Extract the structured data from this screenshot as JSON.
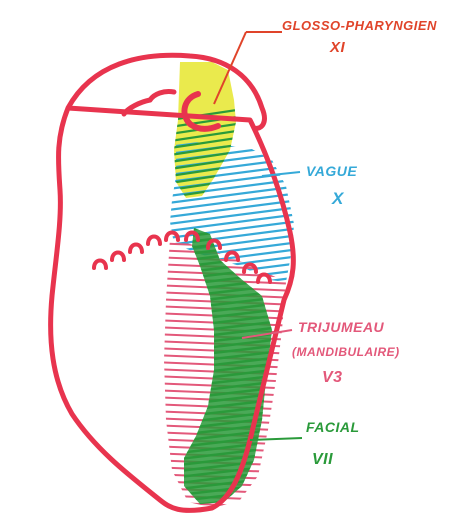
{
  "labels": {
    "glosso": {
      "name": "GLOSSO-PHARYNGIEN",
      "numeral": "XI"
    },
    "vague": {
      "name": "VAGUE",
      "numeral": "X"
    },
    "trijumeau": {
      "name": "TRIJUMEAU",
      "sub": "(MANDIBULAIRE)",
      "numeral": "V3"
    },
    "facial": {
      "name": "FACIAL",
      "numeral": "VII"
    }
  },
  "colors": {
    "outline": "#e8344e",
    "glosso": "#e8e83a",
    "vague": "#35a9d8",
    "trijumeau": "#e3587a",
    "facial": "#2a9a3a",
    "glosso_text": "#e0442a"
  }
}
